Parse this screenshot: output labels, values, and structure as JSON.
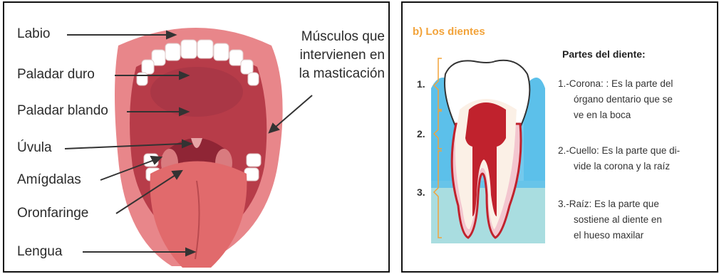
{
  "mouth": {
    "labels": {
      "labio": "Labio",
      "paladar_duro": "Paladar duro",
      "paladar_blando": "Paladar blando",
      "uvula": "Úvula",
      "amigdalas": "Amígdalas",
      "oronfaringe": "Oronfaringe",
      "lengua": "Lengua",
      "musculos_1": "Músculos que",
      "musculos_2": "intervienen en",
      "musculos_3": "la masticación"
    },
    "colors": {
      "lip": "#e8868a",
      "mouth": "#b73c49",
      "tongue": "#e16a6c",
      "label_text": "#2b2b2b"
    }
  },
  "tooth": {
    "title": "b) Los dientes",
    "parts_heading": "Partes del diente:",
    "markers": [
      "1.",
      "2.",
      "3."
    ],
    "parts": [
      {
        "line1": "1.-Corona: : Es la parte del",
        "line2": "órgano dentario que se",
        "line3": "ve en la boca"
      },
      {
        "line1": "2.-Cuello: Es la parte que di-",
        "line2": "vide la corona y la raíz",
        "line3": ""
      },
      {
        "line1": "3.-Raíz: Es la parte que",
        "line2": "sostiene al diente en",
        "line3": "el hueso maxilar"
      }
    ],
    "colors": {
      "title": "#f2a33a",
      "gum": "#5cc0ea",
      "bone": "#a9dde0",
      "pulp": "#c0222d",
      "brace": "#f2a33a"
    }
  }
}
